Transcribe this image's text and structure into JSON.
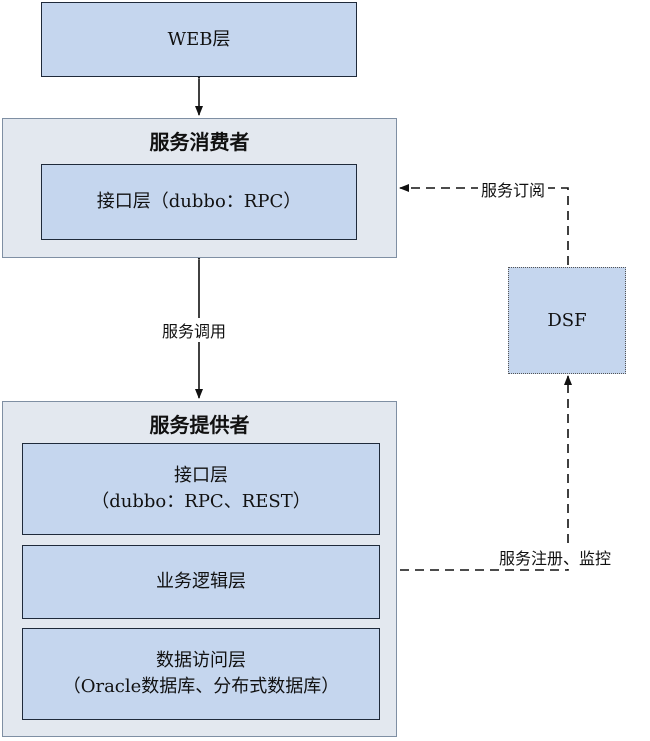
{
  "web_layer": "WEB层",
  "consumer": {
    "title": "服务消费者",
    "interface": "接口层（dubbo：RPC）"
  },
  "provider": {
    "title": "服务提供者",
    "interface_line1": "接口层",
    "interface_line2": "（dubbo：RPC、REST）",
    "business": "业务逻辑层",
    "data_line1": "数据访问层",
    "data_line2": "（Oracle数据库、分布式数据库）"
  },
  "dsf": "DSF",
  "labels": {
    "call": "服务调用",
    "subscribe": "服务订阅",
    "register": "服务注册、监控"
  }
}
